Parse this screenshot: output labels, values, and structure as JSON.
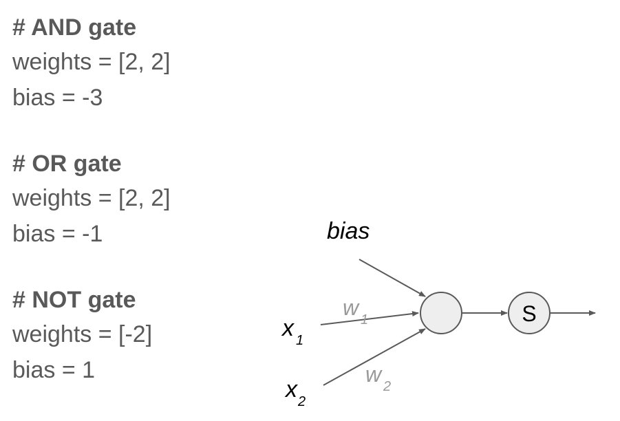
{
  "gates": [
    {
      "heading": "# AND gate",
      "weights": "weights = [2, 2]",
      "bias": "bias = -3"
    },
    {
      "heading": "# OR gate",
      "weights": "weights = [2, 2]",
      "bias": "bias = -1"
    },
    {
      "heading": "# NOT gate",
      "weights": "weights = [-2]",
      "bias": "bias = 1"
    }
  ],
  "diagram": {
    "bias_label": "bias",
    "x1": "x",
    "x1_sub": "1",
    "x2": "x",
    "x2_sub": "2",
    "w1": "w",
    "w1_sub": "1",
    "w2": "w",
    "w2_sub": "2",
    "activation": "S"
  },
  "colors": {
    "text": "#595959",
    "arrow": "#595959",
    "weight_label": "#999999",
    "node_fill": "#eeeeee",
    "node_stroke": "#595959"
  }
}
